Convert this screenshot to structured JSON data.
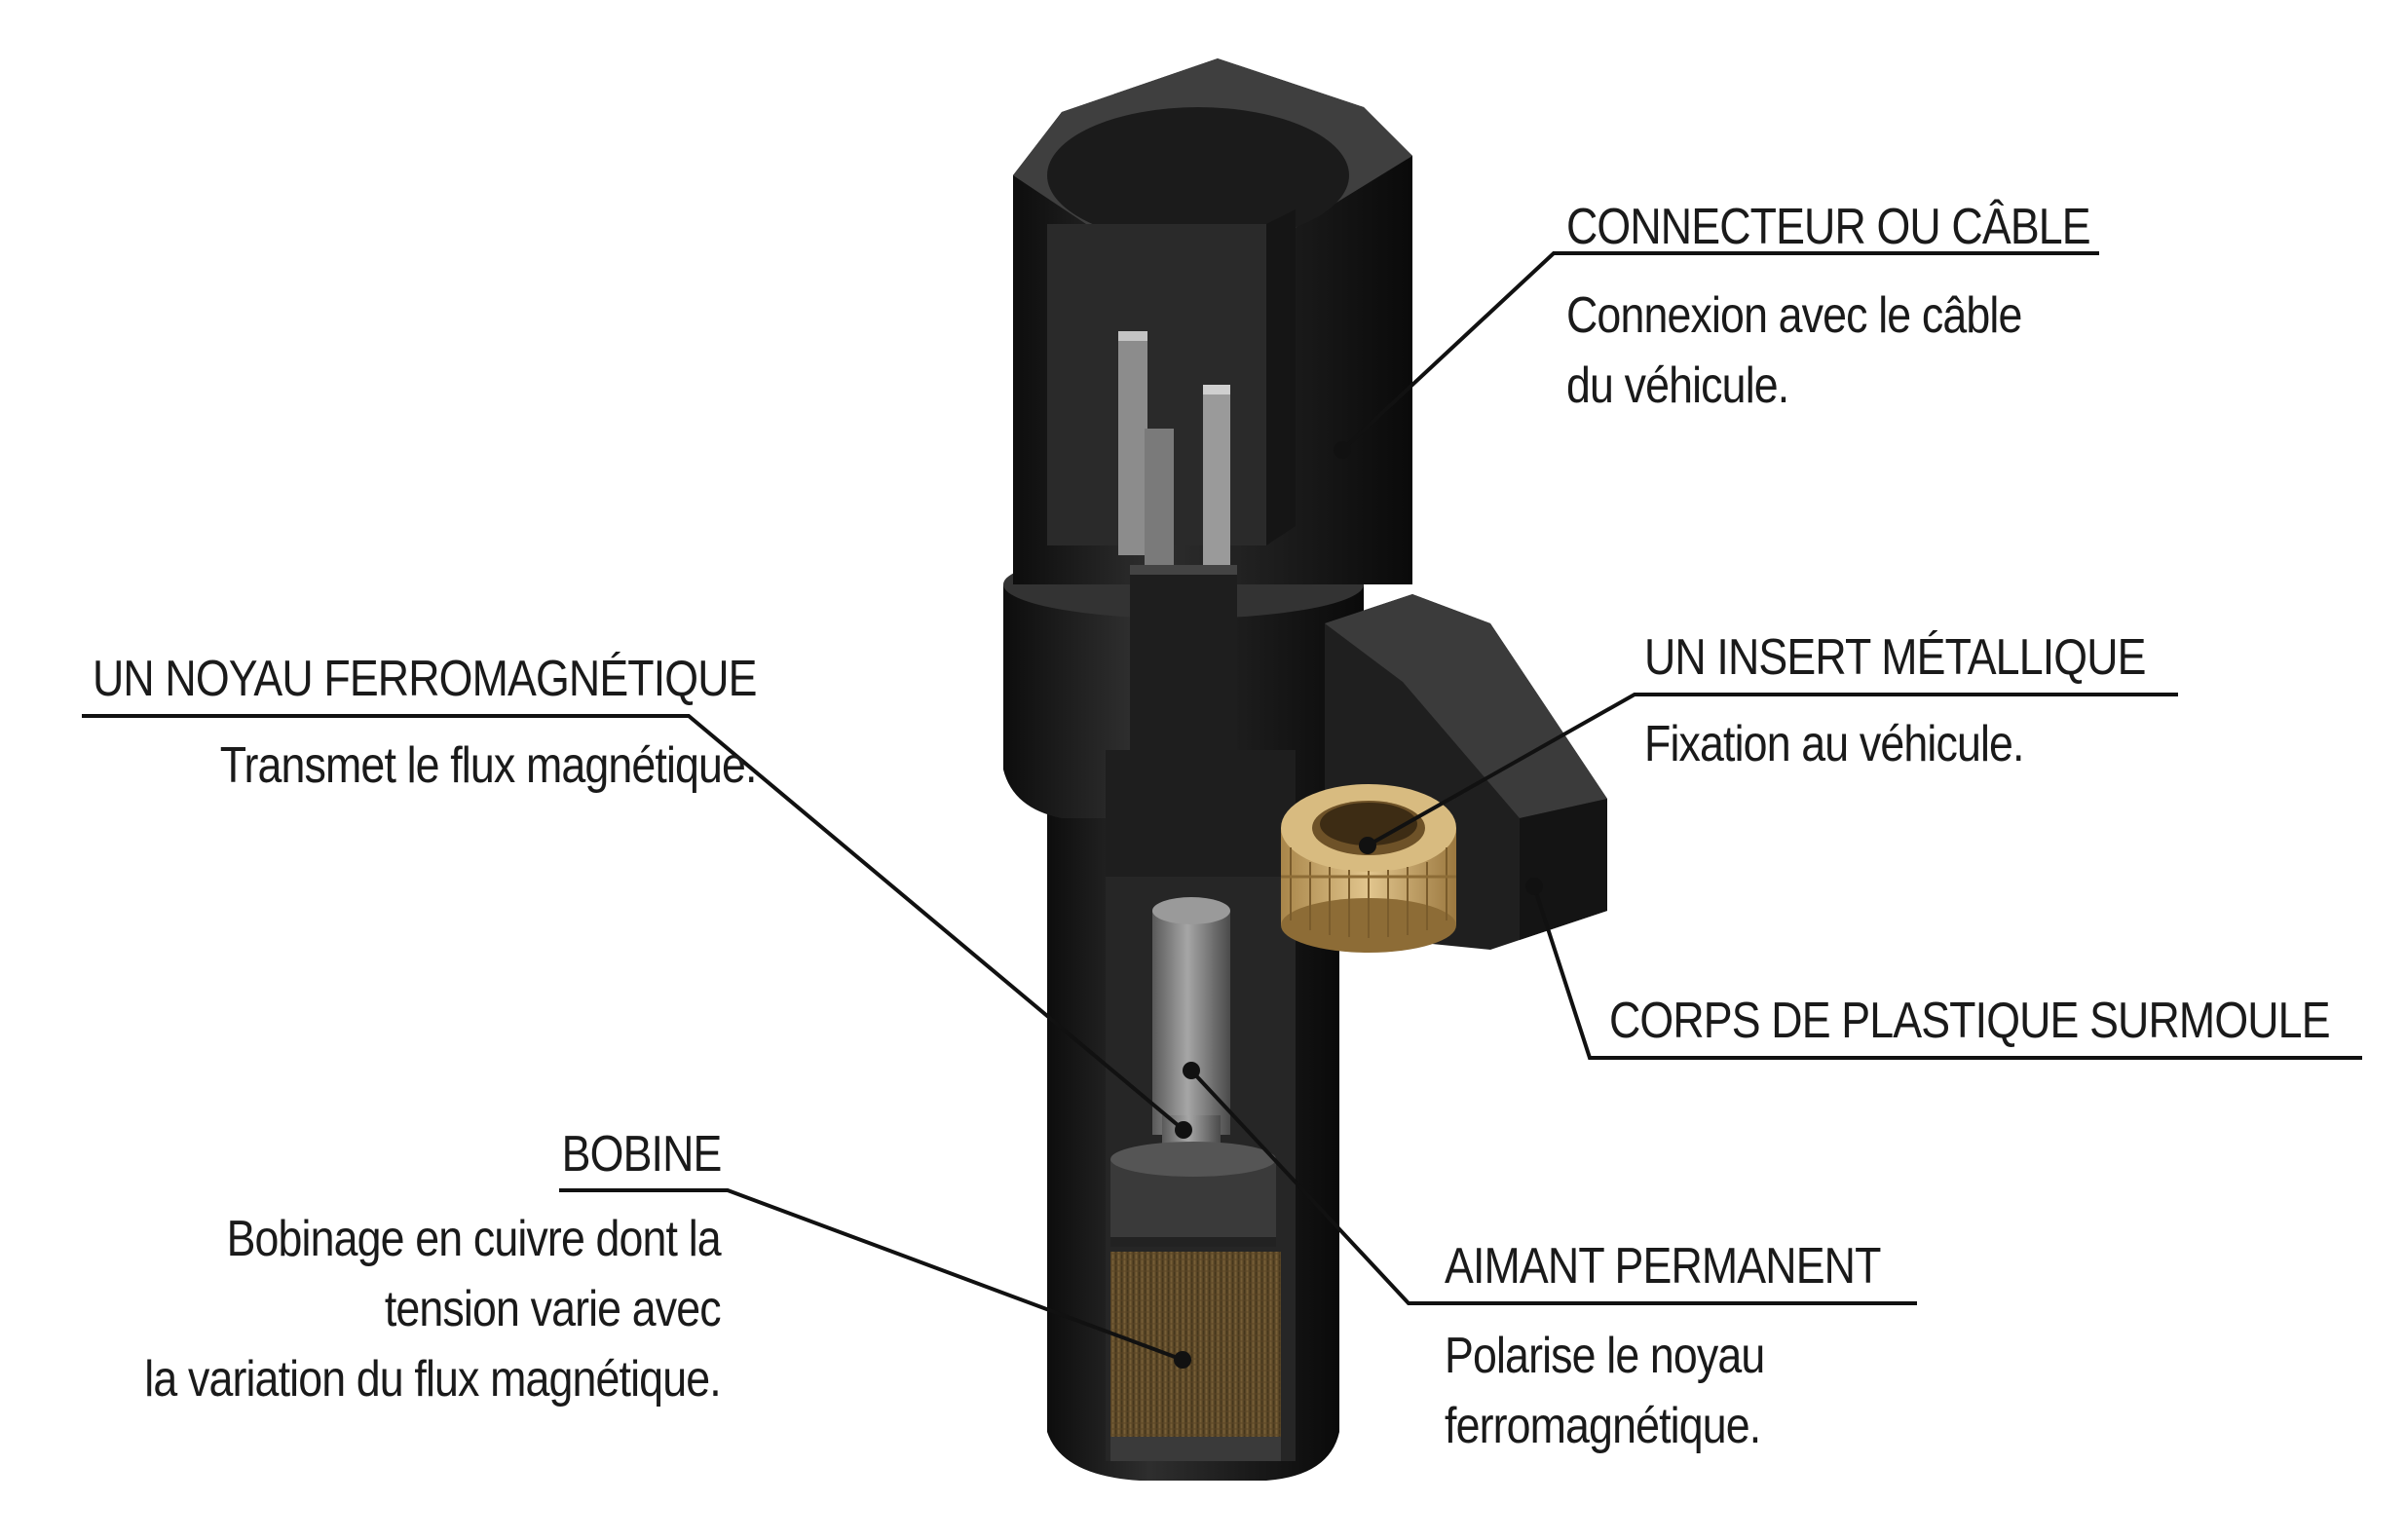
{
  "colors": {
    "plastic_dark": "#141414",
    "plastic_mid": "#2b2b2b",
    "plastic_light": "#4a4a4a",
    "insert_brass": "#c9a86b",
    "coil_copper": "#6b5430",
    "core_steel": "#8a8a8a",
    "leader_line": "#111111"
  },
  "labels": {
    "connecteur": {
      "title": "CONNECTEUR OU CÂBLE",
      "desc": [
        "Connexion avec le câble",
        "du véhicule."
      ]
    },
    "insert": {
      "title": "UN INSERT MÉTALLIQUE",
      "desc": [
        "Fixation au véhicule."
      ]
    },
    "corps": {
      "title": "CORPS DE PLASTIQUE SURMOULE"
    },
    "aimant": {
      "title": "AIMANT PERMANENT",
      "desc": [
        "Polarise le noyau",
        "ferromagnétique."
      ]
    },
    "noyau": {
      "title": "UN NOYAU FERROMAGNÉTIQUE",
      "desc": [
        "Transmet le flux magnétique."
      ]
    },
    "bobine": {
      "title": "BOBINE",
      "desc": [
        "Bobinage en cuivre dont la",
        "tension varie avec",
        "la variation du flux magnétique."
      ]
    }
  }
}
